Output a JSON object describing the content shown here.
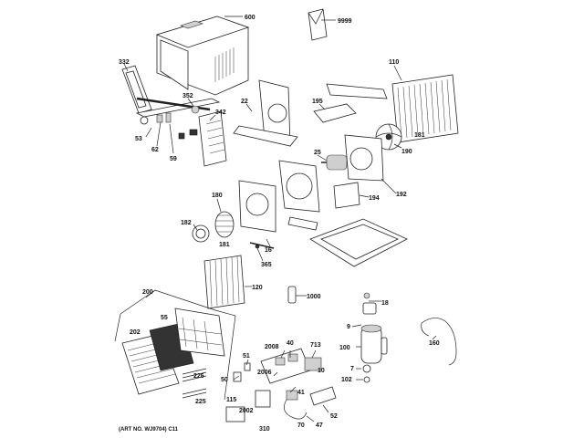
{
  "caption": "(ART NO. WJ9704)  C11",
  "callouts": [
    "600",
    "9999",
    "332",
    "110",
    "352",
    "22",
    "195",
    "342",
    "181",
    "53",
    "62",
    "59",
    "25",
    "190",
    "192",
    "194",
    "180",
    "182",
    "181",
    "16",
    "365",
    "120",
    "1000",
    "200",
    "18",
    "55",
    "9",
    "202",
    "160",
    "100",
    "2008",
    "40",
    "713",
    "51",
    "7",
    "50",
    "2006",
    "10",
    "102",
    "226",
    "41",
    "225",
    "115",
    "2002",
    "310",
    "70",
    "47",
    "52"
  ]
}
